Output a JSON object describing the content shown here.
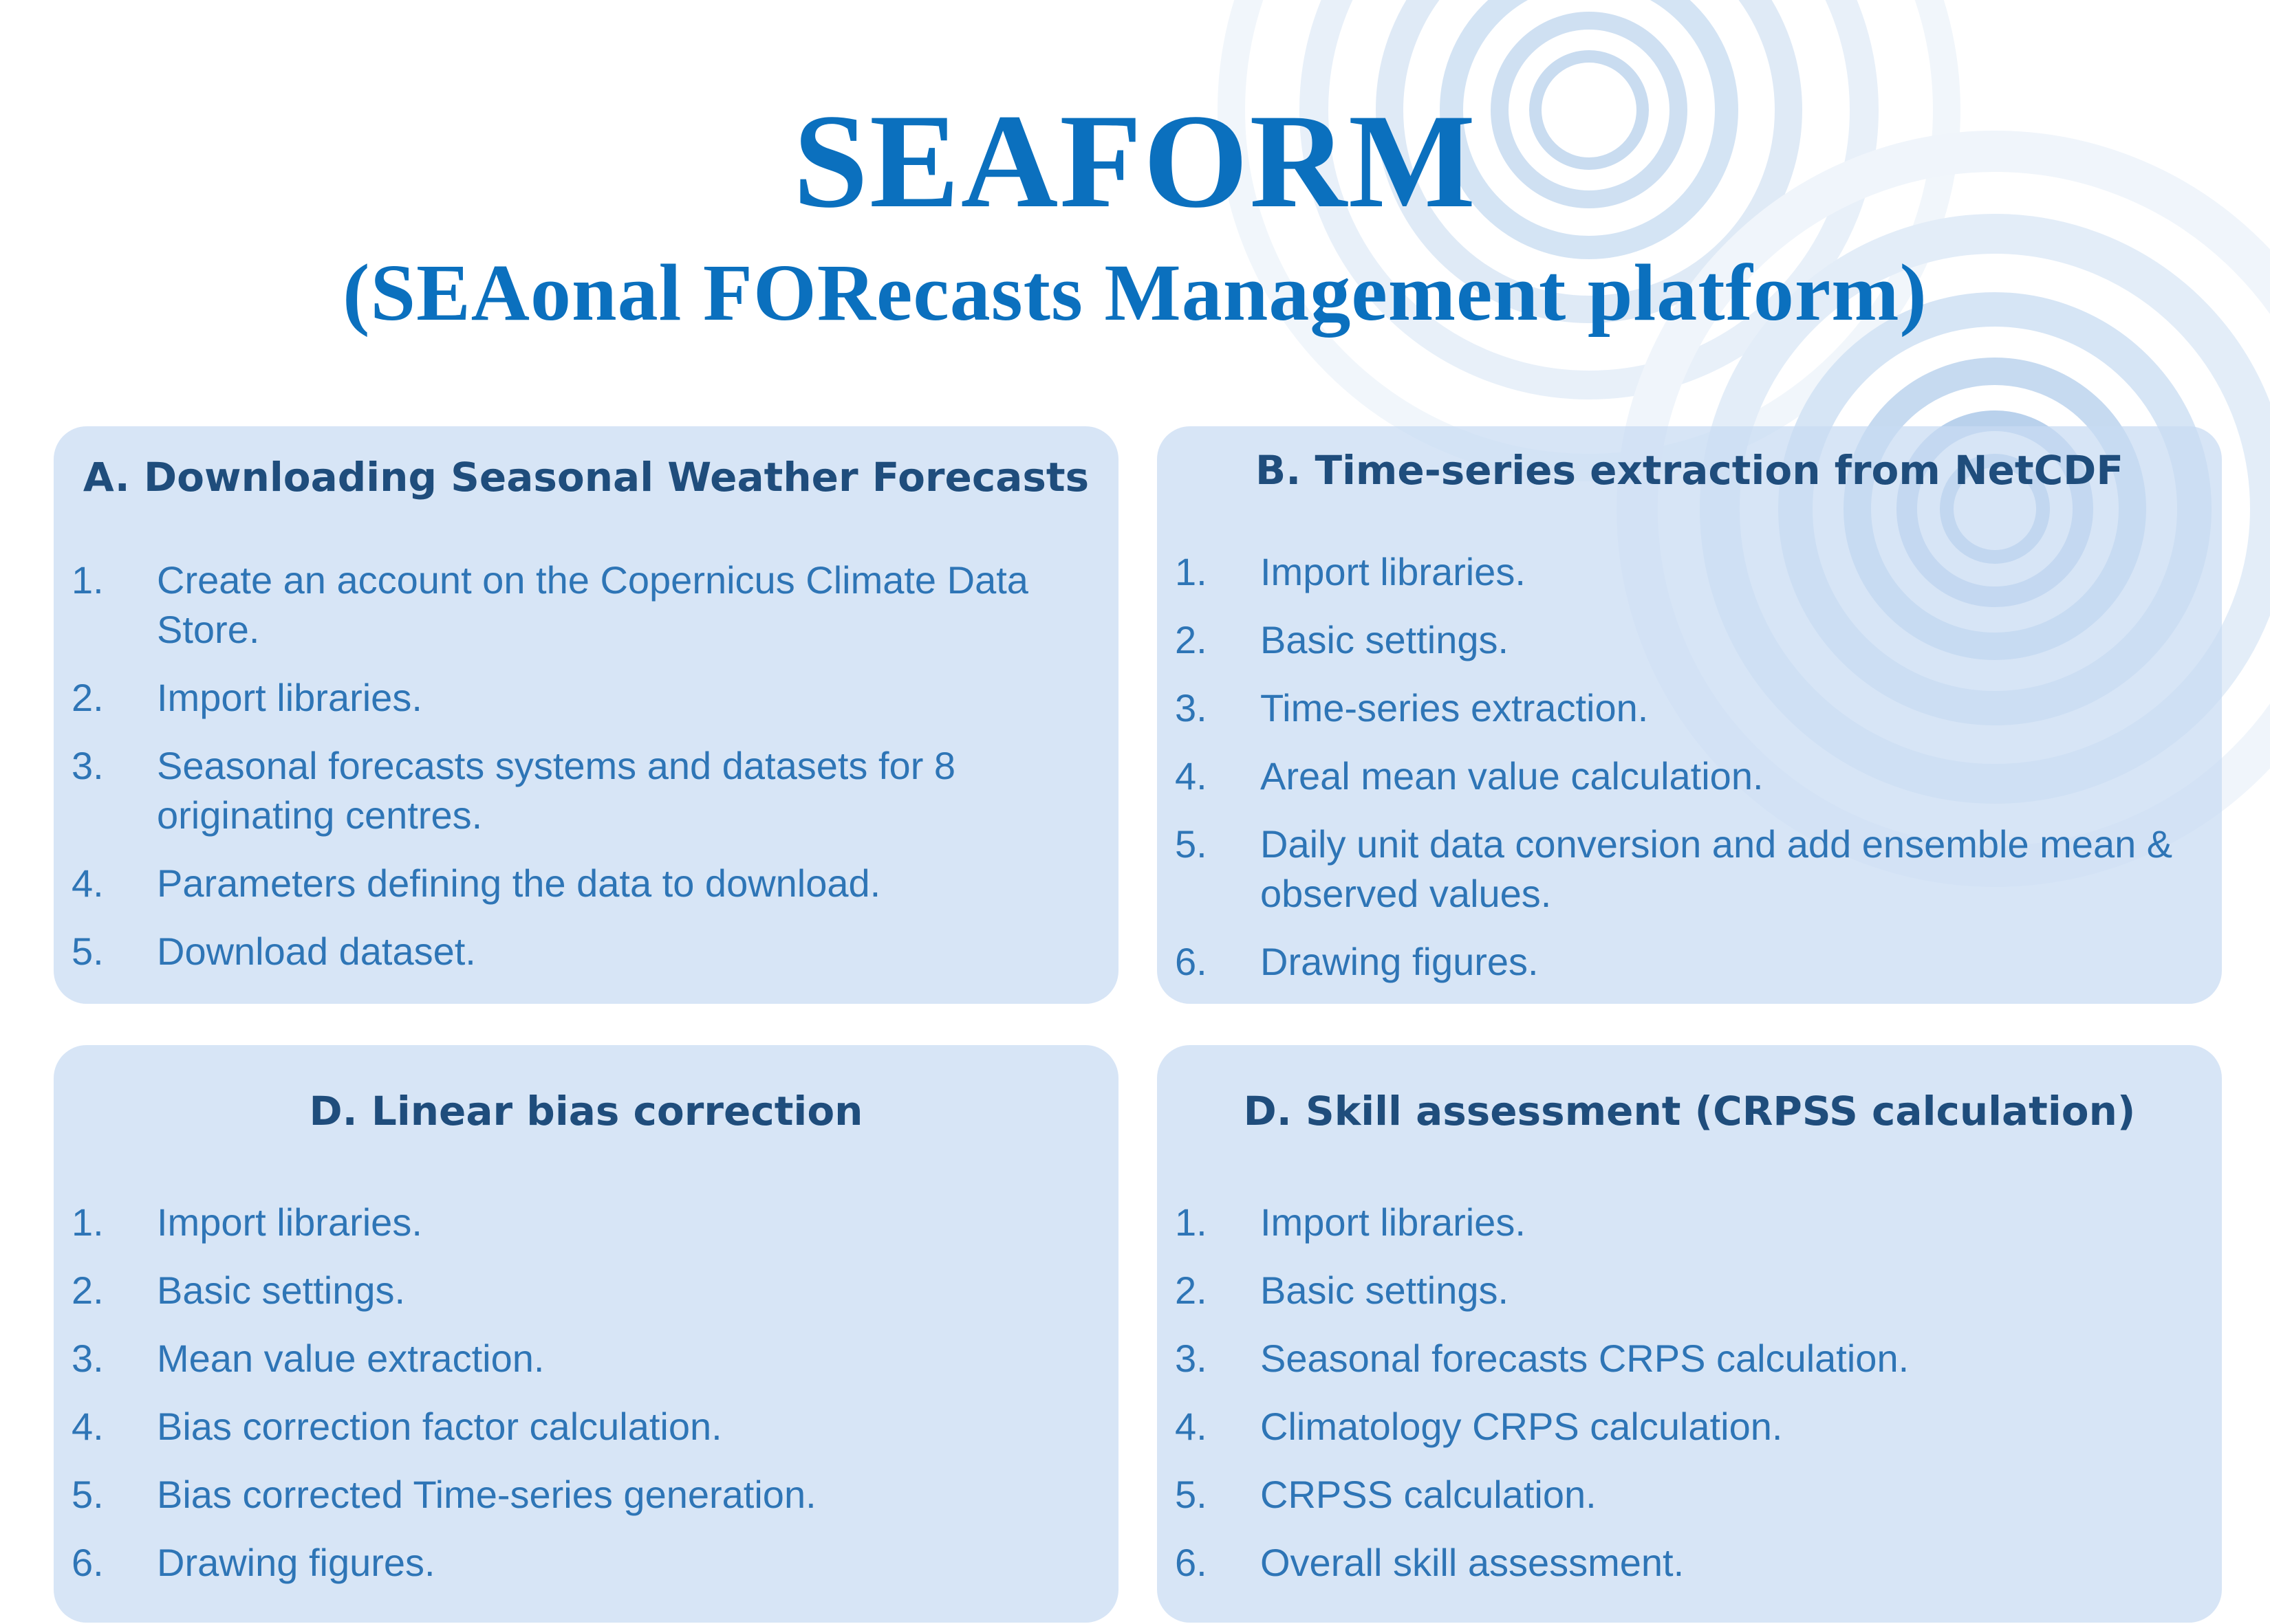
{
  "header": {
    "title": "SEAFORM",
    "subtitle": "(SEAonal FORecasts Management platform)"
  },
  "colors": {
    "accent": "#0b70be",
    "panel_title": "#1f4d7c",
    "step_text": "#2e75b6",
    "panel_background": "#c7dbf2",
    "ring": "#dbe8f5"
  },
  "panels": [
    {
      "title": "A. Downloading Seasonal Weather Forecasts",
      "steps": [
        {
          "number": "1.",
          "text": "Create an account on the Copernicus Climate Data Store."
        },
        {
          "number": "2.",
          "text": "Import libraries."
        },
        {
          "number": "3.",
          "text": "Seasonal forecasts systems and datasets for 8 originating centres."
        },
        {
          "number": "4.",
          "text": "Parameters defining the data to download."
        },
        {
          "number": "5.",
          "text": "Download dataset."
        }
      ]
    },
    {
      "title": "B. Time-series extraction from NetCDF",
      "steps": [
        {
          "number": "1.",
          "text": "Import libraries."
        },
        {
          "number": "2.",
          "text": "Basic settings."
        },
        {
          "number": "3.",
          "text": "Time-series extraction."
        },
        {
          "number": "4.",
          "text": "Areal mean value calculation."
        },
        {
          "number": "5.",
          "text": "Daily unit data conversion and add ensemble mean & observed values."
        },
        {
          "number": "6.",
          "text": "Drawing figures."
        }
      ]
    },
    {
      "title": "D. Linear bias correction",
      "steps": [
        {
          "number": "1.",
          "text": "Import libraries."
        },
        {
          "number": "2.",
          "text": "Basic settings."
        },
        {
          "number": "3.",
          "text": "Mean value extraction."
        },
        {
          "number": "4.",
          "text": "Bias correction factor calculation."
        },
        {
          "number": "5.",
          "text": "Bias corrected Time-series generation."
        },
        {
          "number": "6.",
          "text": "Drawing figures."
        }
      ]
    },
    {
      "title": "D. Skill assessment (CRPSS calculation)",
      "steps": [
        {
          "number": "1.",
          "text": "Import libraries."
        },
        {
          "number": "2.",
          "text": "Basic settings."
        },
        {
          "number": "3.",
          "text": "Seasonal forecasts CRPS calculation."
        },
        {
          "number": "4.",
          "text": "Climatology CRPS calculation."
        },
        {
          "number": "5.",
          "text": "CRPSS calculation."
        },
        {
          "number": "6.",
          "text": "Overall skill assessment."
        }
      ]
    }
  ]
}
